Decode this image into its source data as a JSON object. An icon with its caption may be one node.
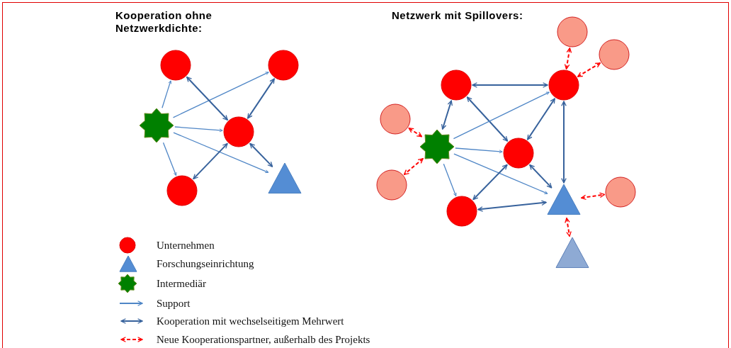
{
  "diagram": {
    "nodes": [
      {
        "text": [],
        "shape": "circle"
      },
      {
        "text": [],
        "shape": "circle"
      },
      {
        "text": [],
        "shape": "star"
      },
      {
        "text": [],
        "shape": "circle"
      },
      {
        "text": [],
        "shape": "circle"
      },
      {
        "text": [],
        "shape": "triangle"
      },
      {
        "text": [],
        "shape": "circle"
      },
      {
        "text": [],
        "shape": "circle"
      },
      {
        "text": [],
        "shape": "circle"
      },
      {
        "text": [],
        "shape": "circle"
      },
      {
        "text": [],
        "shape": "circle"
      },
      {
        "text": [],
        "shape": "star"
      },
      {
        "text": [],
        "shape": "circle"
      },
      {
        "text": [],
        "shape": "circle"
      },
      {
        "text": [],
        "shape": "circle"
      },
      {
        "text": [],
        "shape": "triangle"
      },
      {
        "text": [],
        "shape": "circle"
      },
      {
        "text": [],
        "shape": "triangle"
      }
    ],
    "edges": [
      {
        "from": 2,
        "to": 0,
        "arrow": "to",
        "color": "#4f86c6"
      },
      {
        "from": 2,
        "to": 1,
        "arrow": "to",
        "color": "#4f86c6"
      },
      {
        "from": 2,
        "to": 3,
        "arrow": "to",
        "color": "#4f86c6"
      },
      {
        "from": 2,
        "to": 4,
        "arrow": "to",
        "color": "#4f86c6"
      },
      {
        "from": 2,
        "to": 5,
        "arrow": "to",
        "color": "#4f86c6"
      },
      {
        "from": 0,
        "to": 3,
        "arrow": "both"
      },
      {
        "from": 1,
        "to": 3,
        "arrow": "both"
      },
      {
        "from": 3,
        "to": 4,
        "arrow": "both"
      },
      {
        "from": 3,
        "to": 5,
        "arrow": "both"
      },
      {
        "from": 9,
        "to": 6,
        "arrow": "both",
        "style": "dashed",
        "color": "#ff0000"
      },
      {
        "from": 9,
        "to": 7,
        "arrow": "both",
        "style": "dashed",
        "color": "#ff0000"
      },
      {
        "from": 8,
        "to": 9,
        "arrow": "both"
      },
      {
        "from": 8,
        "to": 11,
        "arrow": "both"
      },
      {
        "from": 8,
        "to": 12,
        "arrow": "both"
      },
      {
        "from": 9,
        "to": 12,
        "arrow": "both"
      },
      {
        "from": 11,
        "to": 9,
        "arrow": "to",
        "color": "#4f86c6"
      },
      {
        "from": 11,
        "to": 10,
        "arrow": "both",
        "style": "dashed",
        "color": "#ff0000"
      },
      {
        "from": 11,
        "to": 13,
        "arrow": "both",
        "style": "dashed",
        "color": "#ff0000"
      },
      {
        "from": 11,
        "to": 12,
        "arrow": "to",
        "color": "#4f86c6"
      },
      {
        "from": 11,
        "to": 14,
        "arrow": "to",
        "color": "#4f86c6"
      },
      {
        "from": 11,
        "to": 15,
        "arrow": "to",
        "color": "#4f86c6"
      },
      {
        "from": 12,
        "to": 14,
        "arrow": "both"
      },
      {
        "from": 12,
        "to": 15,
        "arrow": "both"
      },
      {
        "from": 15,
        "to": 9,
        "arrow": "both"
      },
      {
        "from": 14,
        "to": 15,
        "arrow": "both"
      },
      {
        "from": 15,
        "to": 16,
        "arrow": "both",
        "style": "dashed",
        "color": "#ff0000"
      },
      {
        "from": 15,
        "to": 17,
        "arrow": "both",
        "style": "dashed",
        "color": "#ff0000"
      }
    ],
    "labels": [
      "Kooperation ohne Netzwerkdichte:",
      "Netzwerk mit Spillovers:"
    ],
    "legend": [
      {
        "text": "Unternehmen"
      },
      {
        "text": "Forschungseinrichtung"
      },
      {
        "text": "Intermediär"
      },
      {
        "text": "Support"
      },
      {
        "text": "Kooperation mit wechselseitigem Mehrwert"
      },
      {
        "text": "Neue Kooperationspartner, außerhalb des Projekts"
      }
    ]
  }
}
